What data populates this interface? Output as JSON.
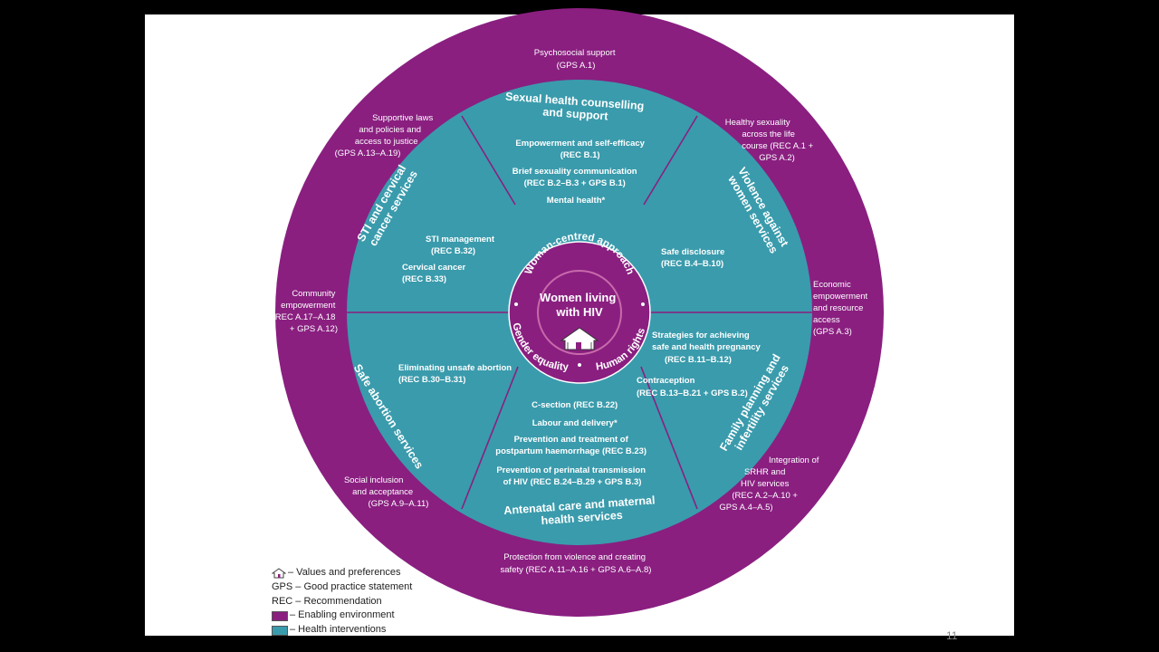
{
  "center": {
    "title_lines": [
      "Women living",
      "with HIV"
    ],
    "ring_top": "Woman-centred approach",
    "ring_left": "Gender equality",
    "ring_right": "Human rights"
  },
  "outer_labels": {
    "psychosocial": [
      "Psychosocial support",
      "(GPS A.1)"
    ],
    "healthy_sexuality": [
      "Healthy sexuality",
      "across the life",
      "course (REC A.1 +",
      "GPS A.2)"
    ],
    "economic": [
      "Economic",
      "empowerment",
      "and resource",
      "access",
      "(GPS A.3)"
    ],
    "integration": [
      "Integration of",
      "SRHR and",
      "HIV services",
      "(REC A.2–A.10 +",
      "GPS A.4–A.5)"
    ],
    "protection": [
      "Protection from violence and creating",
      "safety (REC A.11–A.16 + GPS A.6–A.8)"
    ],
    "social_inclusion": [
      "Social inclusion",
      "and acceptance",
      "(GPS A.9–A.11)"
    ],
    "community": [
      "Community",
      "empowerment",
      "(REC A.17–A.18",
      "+ GPS A.12)"
    ],
    "supportive_laws": [
      "Supportive laws",
      "and policies and",
      "access to justice",
      "(GPS A.13–A.19)"
    ]
  },
  "sector_titles": {
    "sexual_health": [
      "Sexual health counselling",
      "and support"
    ],
    "violence": [
      "Violence against",
      "women services"
    ],
    "family_planning": [
      "Family planning and",
      "infertility services"
    ],
    "antenatal": [
      "Antenatal care and maternal",
      "health services"
    ],
    "safe_abortion": [
      "Safe abortion services"
    ],
    "sti": [
      "STI and cervical",
      "cancer services"
    ]
  },
  "sector_items": {
    "sexual_health": [
      "Empowerment and self-efficacy",
      "(REC B.1)",
      "Brief sexuality communication",
      "(REC B.2–B.3 + GPS B.1)",
      "Mental health*"
    ],
    "violence": [
      "Safe disclosure",
      "(REC B.4–B.10)"
    ],
    "family_planning": [
      "Strategies for achieving",
      "safe and health pregnancy",
      "(REC B.11–B.12)",
      "Contraception",
      "(REC B.13–B.21 + GPS B.2)"
    ],
    "antenatal": [
      "C-section (REC B.22)",
      "Labour and delivery*",
      "Prevention and treatment of",
      "postpartum haemorrhage (REC B.23)",
      "Prevention of perinatal transmission",
      "of HIV (REC B.24–B.29 + GPS B.3)"
    ],
    "safe_abortion": [
      "Eliminating unsafe abortion",
      "(REC B.30–B.31)"
    ],
    "sti": [
      "STI management",
      "(REC B.32)",
      "Cervical cancer",
      "(REC B.33)"
    ]
  },
  "legend": [
    {
      "icon": "house-icon",
      "label": "– Values and preferences"
    },
    {
      "icon": "",
      "label": "GPS – Good practice statement"
    },
    {
      "icon": "",
      "label": "REC – Recommendation"
    },
    {
      "icon": "purple-swatch",
      "label": "– Enabling environment"
    },
    {
      "icon": "teal-swatch",
      "label": "– Health interventions"
    }
  ],
  "page_number": "11",
  "colors": {
    "enabling_environment": "#8a1f80",
    "health_interventions": "#3a9bac",
    "center": "#8a1f80",
    "background": "#000000",
    "slide": "#ffffff"
  }
}
